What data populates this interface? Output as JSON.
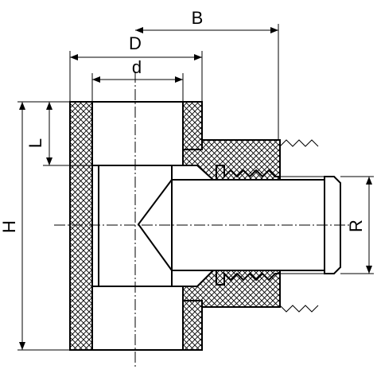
{
  "diagram": {
    "labels": {
      "B": "B",
      "D": "D",
      "d": "d",
      "L": "L",
      "H": "H",
      "R": "R"
    }
  }
}
